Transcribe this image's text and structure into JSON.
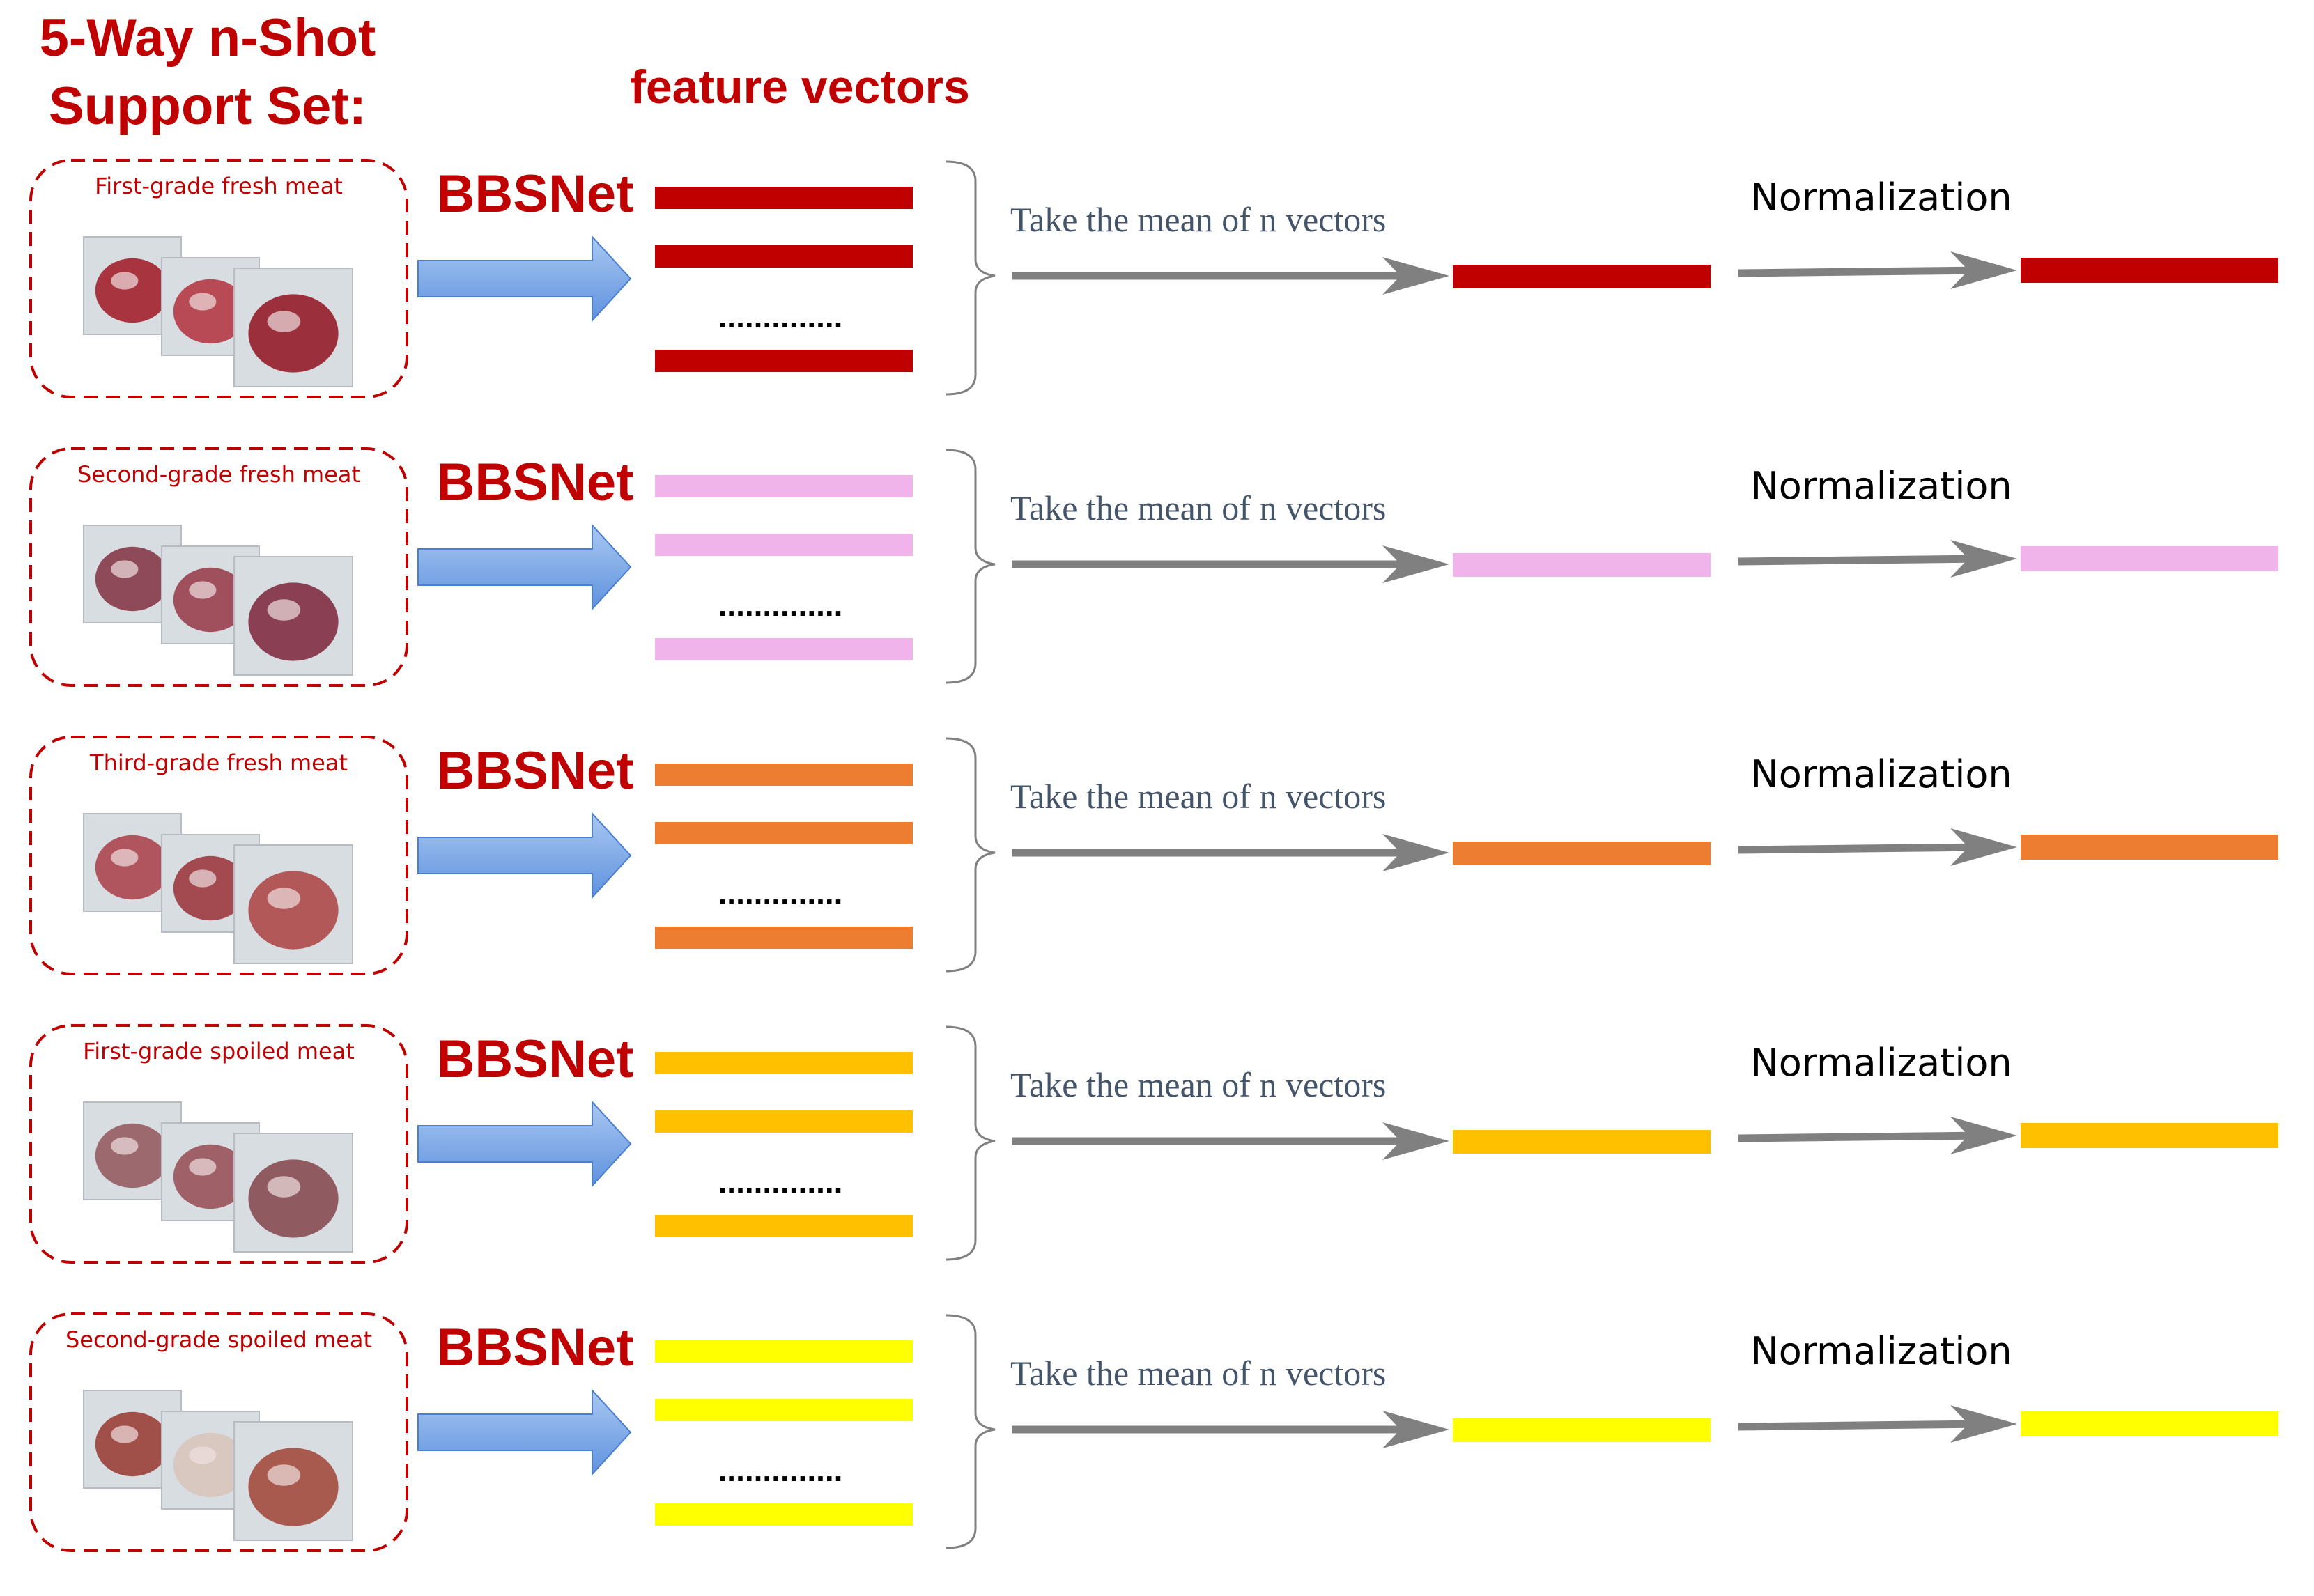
{
  "title": {
    "line1": "5-Way n-Shot",
    "line2": "Support Set:"
  },
  "feature_header": "feature vectors",
  "network_label": "BBSNet",
  "ellipsis": "..............",
  "mean_label": "Take the mean of n vectors",
  "norm_label": "Normalization",
  "colors": {
    "title_red": "#c00000",
    "box_border": "#c00000",
    "network_arrow": "#7aaae8",
    "gray_arrow": "#808080"
  },
  "classes": [
    {
      "name": "First-grade fresh meat",
      "color": "#c00000",
      "meat": [
        "#a83440",
        "#b84a55",
        "#9c2f3c"
      ]
    },
    {
      "name": "Second-grade fresh meat",
      "color": "#f0b4ea",
      "meat": [
        "#8e4a58",
        "#a0505c",
        "#8a4052"
      ]
    },
    {
      "name": "Third-grade fresh meat",
      "color": "#ed7d31",
      "meat": [
        "#b0545e",
        "#a24a50",
        "#b35858"
      ]
    },
    {
      "name": "First-grade spoiled meat",
      "color": "#ffc000",
      "meat": [
        "#9c6a6e",
        "#a06068",
        "#8f5a60"
      ]
    },
    {
      "name": "Second-grade spoiled meat",
      "color": "#ffff00",
      "meat": [
        "#a05048",
        "#d8c8c0",
        "#a85a4e"
      ]
    }
  ]
}
